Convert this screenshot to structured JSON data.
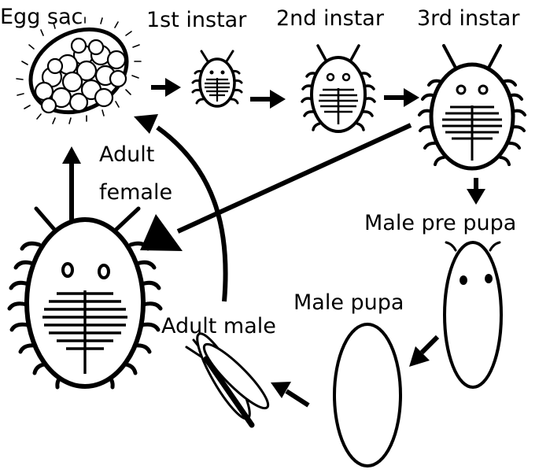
{
  "labels": {
    "egg_sac": "Egg sac",
    "first_instar": "1st instar",
    "second_instar": "2nd instar",
    "third_instar": "3rd instar",
    "adult_female_line1": "Adult",
    "adult_female_line2": "female",
    "male_pre_pupa": "Male pre pupa",
    "male_pupa": "Male pupa",
    "adult_male": "Adult male"
  },
  "colors": {
    "ink": "#000000",
    "paper": "#ffffff"
  },
  "nodes": [
    {
      "id": "egg-sac",
      "label_key": "egg_sac"
    },
    {
      "id": "first-instar",
      "label_key": "first_instar"
    },
    {
      "id": "second-instar",
      "label_key": "second_instar"
    },
    {
      "id": "third-instar",
      "label_key": "third_instar"
    },
    {
      "id": "adult-female",
      "label_key": "adult_female_line1"
    },
    {
      "id": "male-pre-pupa",
      "label_key": "male_pre_pupa"
    },
    {
      "id": "male-pupa",
      "label_key": "male_pupa"
    },
    {
      "id": "adult-male",
      "label_key": "adult_male"
    }
  ],
  "edges": [
    {
      "from": "egg-sac",
      "to": "first-instar"
    },
    {
      "from": "first-instar",
      "to": "second-instar"
    },
    {
      "from": "second-instar",
      "to": "third-instar"
    },
    {
      "from": "third-instar",
      "to": "adult-female"
    },
    {
      "from": "third-instar",
      "to": "male-pre-pupa"
    },
    {
      "from": "male-pre-pupa",
      "to": "male-pupa"
    },
    {
      "from": "male-pupa",
      "to": "adult-male"
    },
    {
      "from": "adult-male",
      "to": "egg-sac"
    },
    {
      "from": "adult-female",
      "to": "egg-sac"
    }
  ]
}
